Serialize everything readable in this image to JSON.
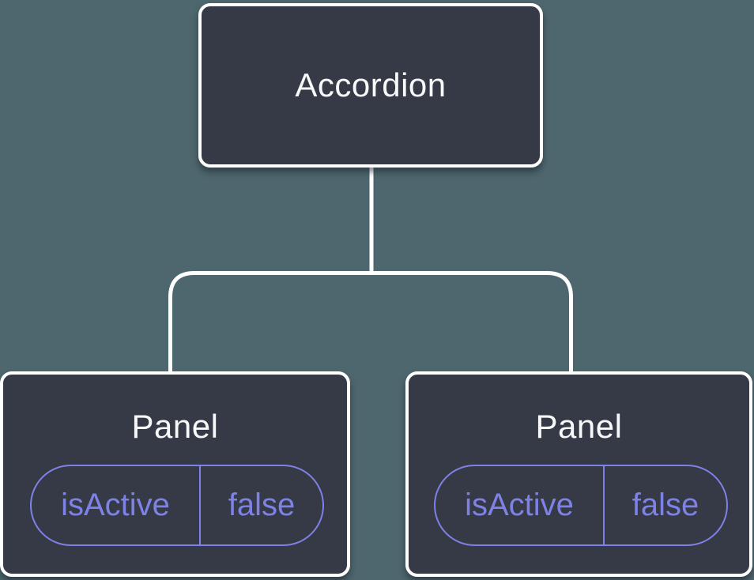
{
  "theme": {
    "background": "#4E666D",
    "node_fill": "#353A46",
    "node_border": "#FFFFFF",
    "connector": "#FFFFFF",
    "title_color": "#F7F8FA",
    "accent_purple": "#7E81E6"
  },
  "tree": {
    "root": {
      "label": "Accordion"
    },
    "children": [
      {
        "label": "Panel",
        "state": {
          "key": "isActive",
          "value": "false"
        }
      },
      {
        "label": "Panel",
        "state": {
          "key": "isActive",
          "value": "false"
        }
      }
    ]
  }
}
